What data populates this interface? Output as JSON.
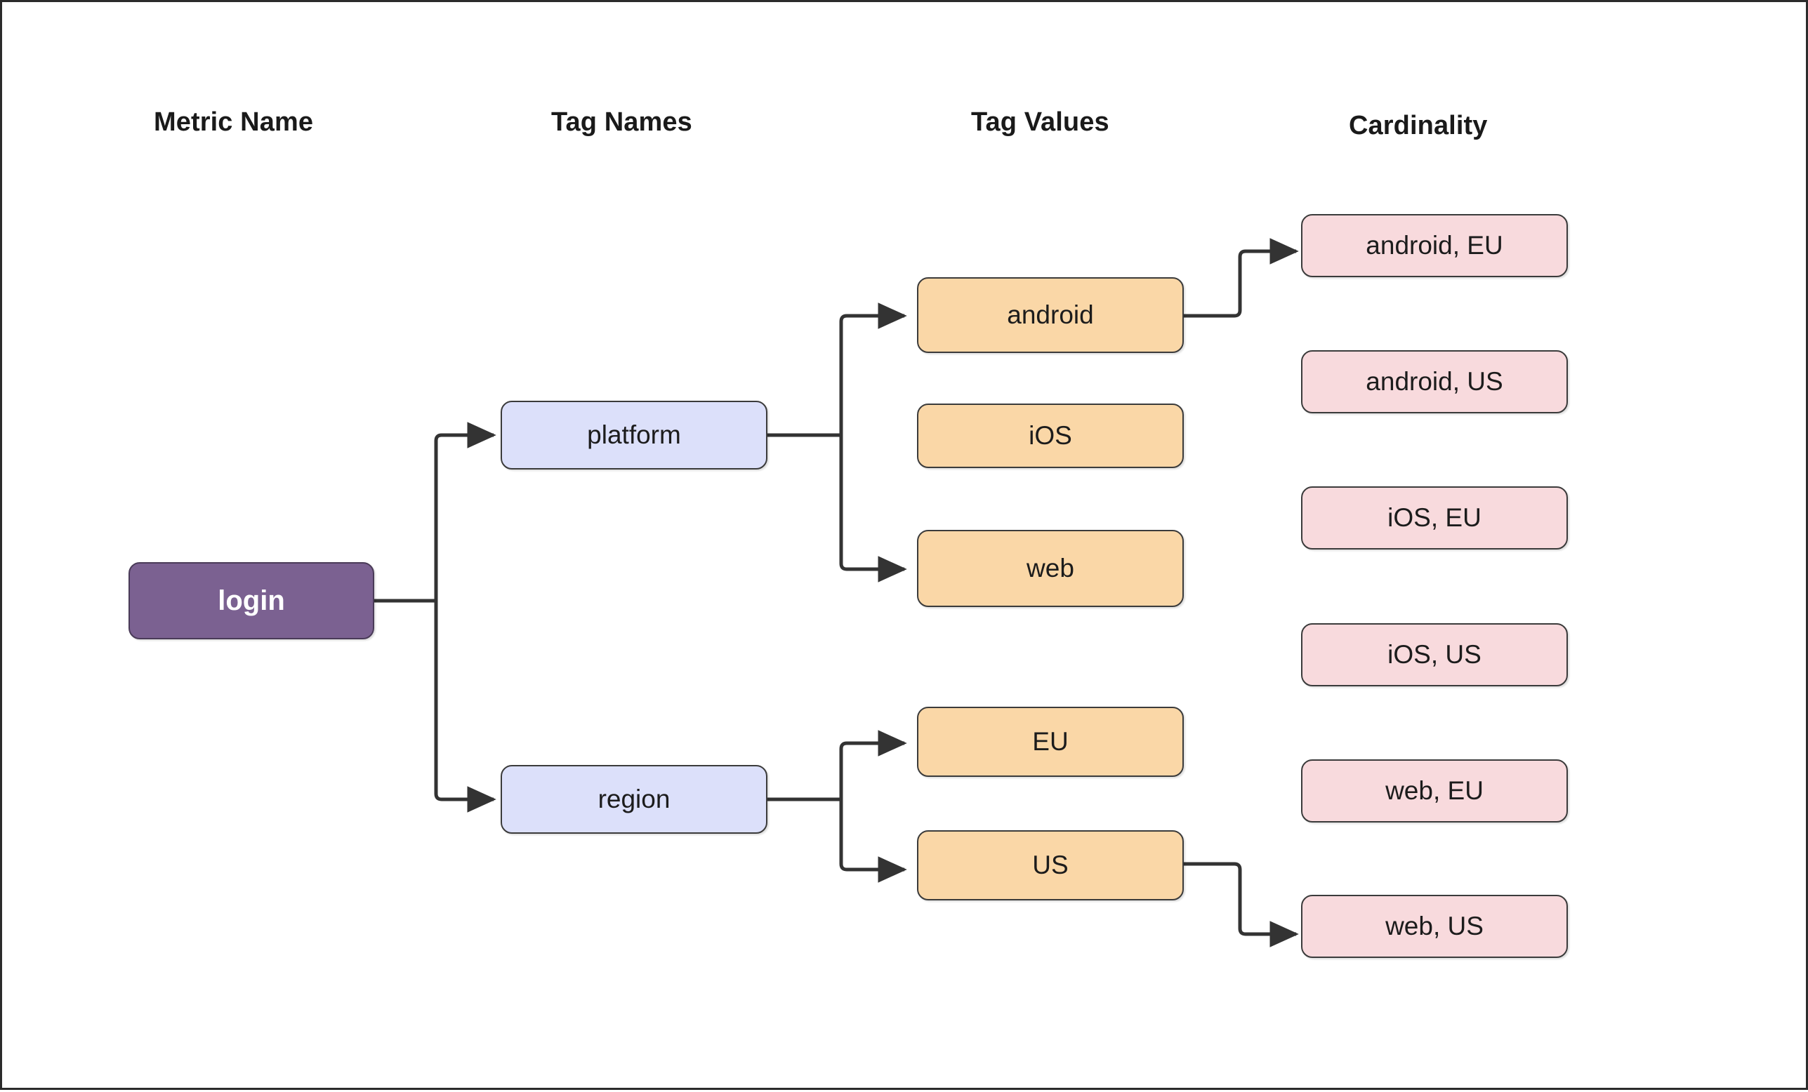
{
  "diagram": {
    "title": "Metric cardinality expansion tree",
    "background": "#ffffff",
    "frame_border_color": "#2b2b2b"
  },
  "colors": {
    "root_fill": "#7b6191",
    "root_text": "#ffffff",
    "tagname_fill": "#dce0fa",
    "tagvalue_fill": "#fad7a7",
    "cardinality_fill": "#f8dadd",
    "node_border": "#3b3b3b",
    "edge": "#333333",
    "header_text": "#1a1a1a",
    "node_text": "#1c1c1c"
  },
  "headers": [
    {
      "id": "metric-name",
      "label": "Metric Name"
    },
    {
      "id": "tag-names",
      "label": "Tag Names"
    },
    {
      "id": "tag-values",
      "label": "Tag Values"
    },
    {
      "id": "cardinality",
      "label": "Cardinality"
    }
  ],
  "columns": {
    "metric_name": {
      "header": "Metric Name",
      "nodes": [
        {
          "id": "login",
          "label": "login"
        }
      ]
    },
    "tag_names": {
      "header": "Tag Names",
      "nodes": [
        {
          "id": "platform",
          "label": "platform"
        },
        {
          "id": "region",
          "label": "region"
        }
      ]
    },
    "tag_values": {
      "header": "Tag Values",
      "nodes": [
        {
          "id": "android",
          "label": "android",
          "parent": "platform"
        },
        {
          "id": "ios",
          "label": "iOS",
          "parent": "platform"
        },
        {
          "id": "web",
          "label": "web",
          "parent": "platform"
        },
        {
          "id": "eu",
          "label": "EU",
          "parent": "region"
        },
        {
          "id": "us",
          "label": "US",
          "parent": "region"
        }
      ]
    },
    "cardinality": {
      "header": "Cardinality",
      "nodes": [
        {
          "id": "android-eu",
          "label": "android, EU"
        },
        {
          "id": "android-us",
          "label": "android, US"
        },
        {
          "id": "ios-eu",
          "label": "iOS, EU"
        },
        {
          "id": "ios-us",
          "label": "iOS, US"
        },
        {
          "id": "web-eu",
          "label": "web, EU"
        },
        {
          "id": "web-us",
          "label": "web, US"
        }
      ]
    }
  },
  "edges": [
    {
      "from": "login",
      "to": "platform",
      "style": "orthogonal-arrow"
    },
    {
      "from": "login",
      "to": "region",
      "style": "orthogonal-arrow"
    },
    {
      "from": "platform",
      "to": "android",
      "style": "orthogonal-arrow"
    },
    {
      "from": "platform",
      "to": "web",
      "style": "orthogonal-arrow"
    },
    {
      "from": "region",
      "to": "eu",
      "style": "orthogonal-arrow"
    },
    {
      "from": "region",
      "to": "us",
      "style": "orthogonal-arrow"
    },
    {
      "from": "android",
      "to": "android-eu",
      "style": "z-arrow"
    },
    {
      "from": "us",
      "to": "web-us",
      "style": "z-arrow"
    }
  ],
  "cardinality_summary": {
    "tag_names_count": 2,
    "platform_values_count": 3,
    "region_values_count": 2,
    "total_series": 6
  }
}
